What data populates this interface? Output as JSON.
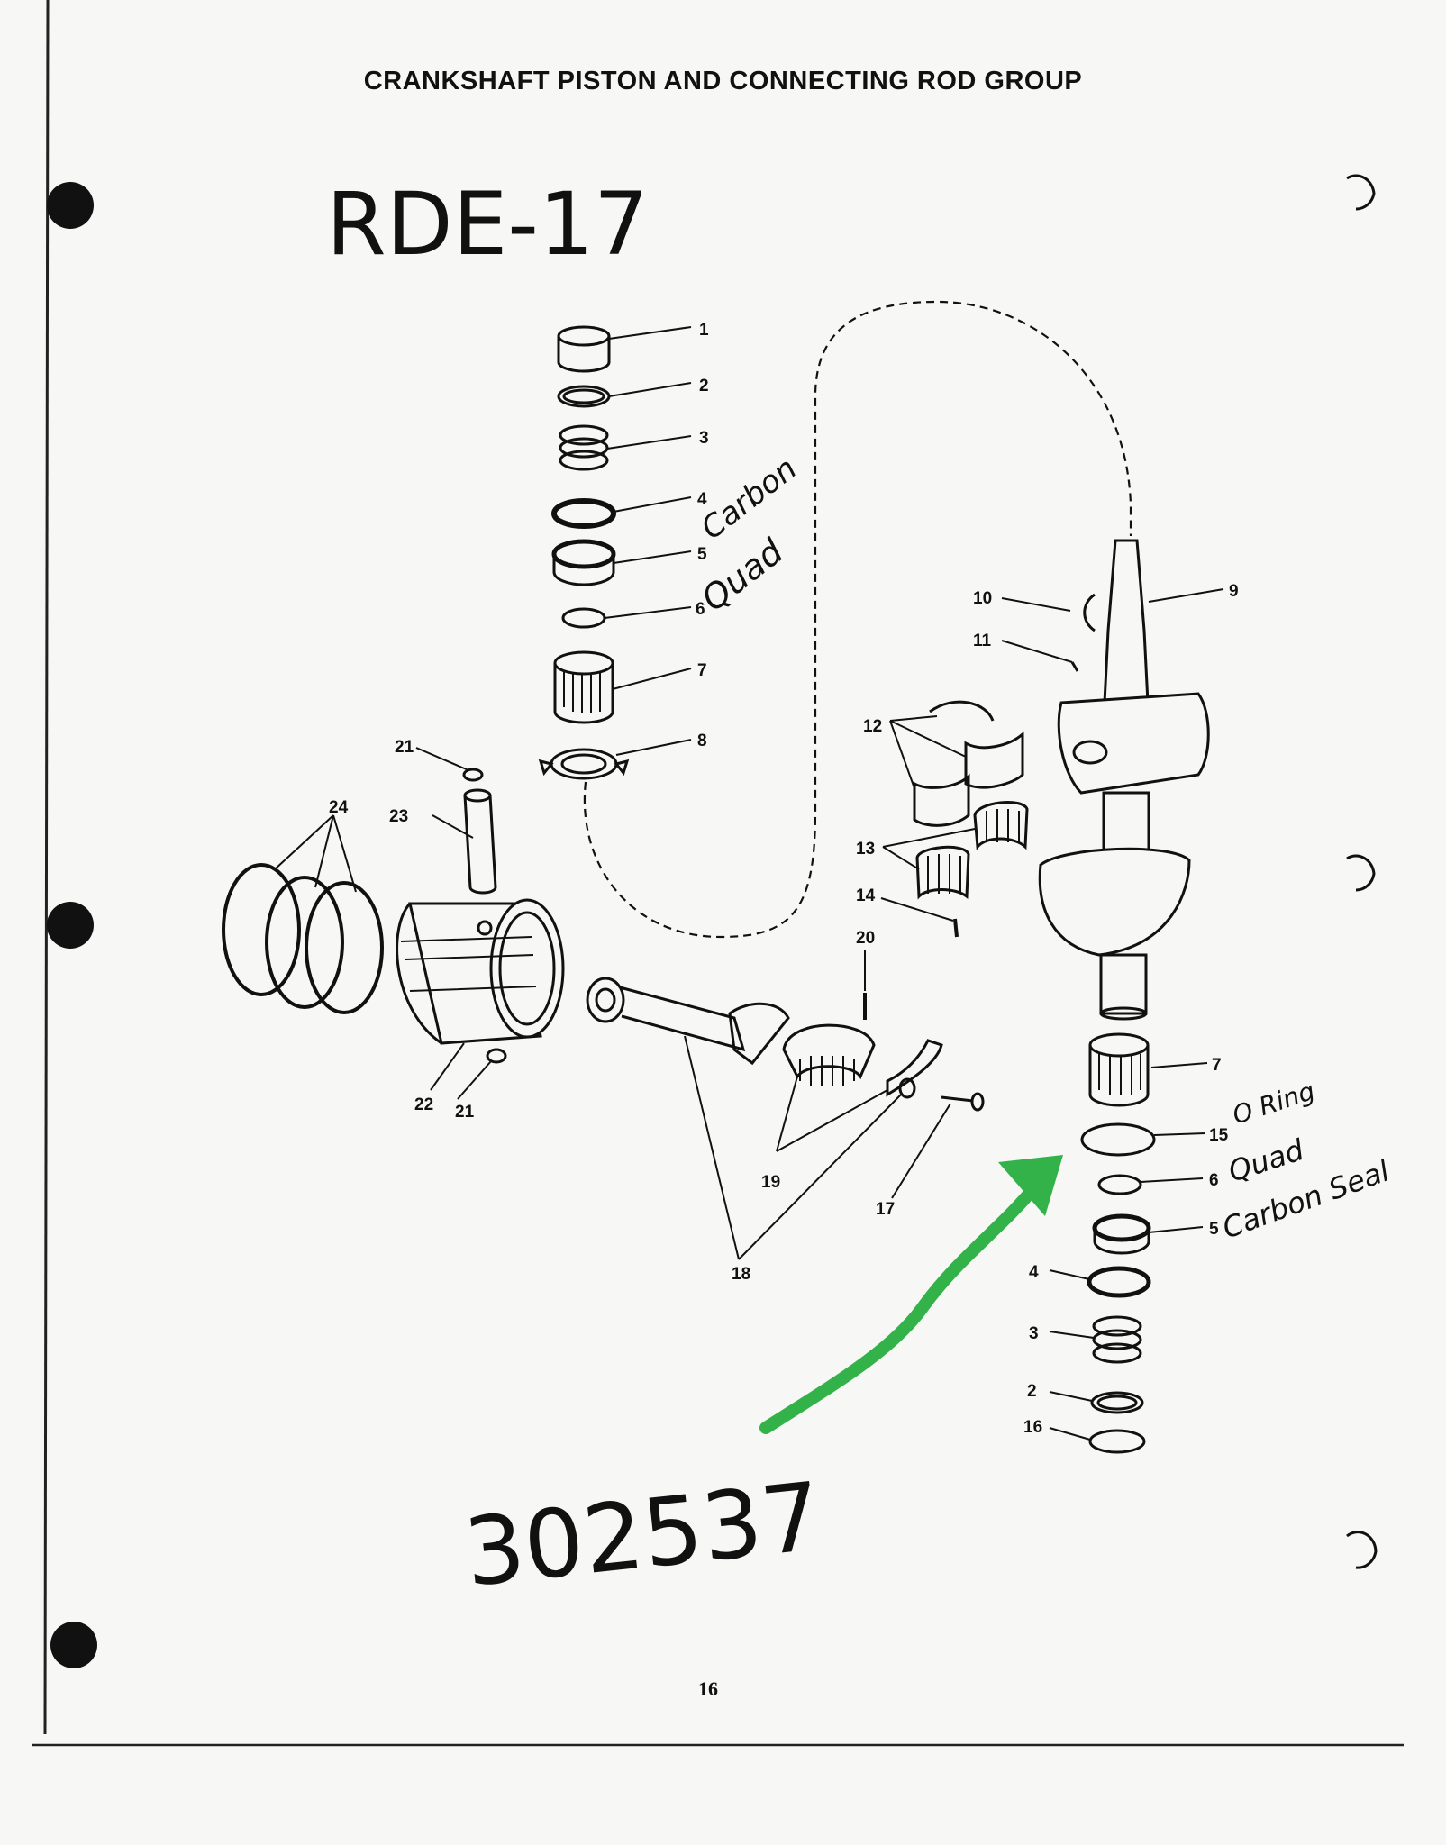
{
  "title": "CRANKSHAFT  PISTON AND CONNECTING ROD GROUP",
  "page_number": "16",
  "handwritten": {
    "model": "RDE-17",
    "model_color": "#e0201f",
    "part_number": "302537",
    "part_number_color": "#33b24a",
    "note_carbon_top": "Carbon",
    "note_quad_top": "Quad",
    "note_oring": "O Ring",
    "note_quad_bottom": "Quad",
    "note_carbonseal": "Carbon Seal"
  },
  "callouts": [
    "1",
    "2",
    "3",
    "4",
    "5",
    "6",
    "7",
    "8",
    "9",
    "10",
    "11",
    "12",
    "13",
    "14",
    "20",
    "21",
    "23",
    "24",
    "22",
    "21",
    "19",
    "18",
    "17",
    "7",
    "15",
    "6",
    "5",
    "4",
    "3",
    "2",
    "16"
  ]
}
